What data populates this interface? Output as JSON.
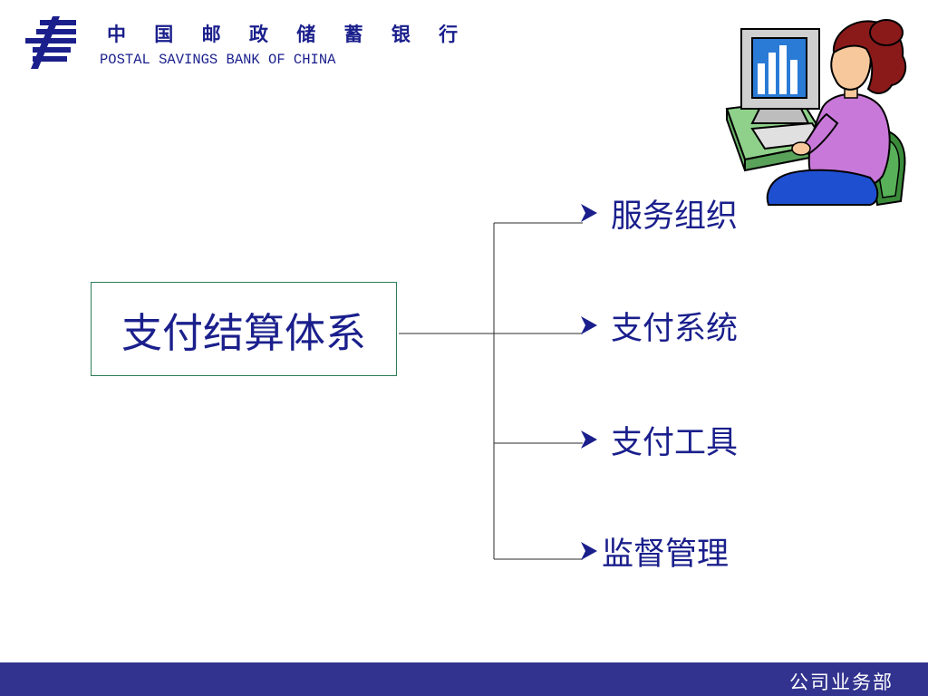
{
  "header": {
    "bank_name_cn": "中 国 邮 政 储 蓄 银 行",
    "bank_name_en": "POSTAL SAVINGS BANK OF CHINA",
    "logo_icon": "postal-savings-logo-icon"
  },
  "illustration": {
    "icon": "woman-at-computer-illustration"
  },
  "diagram": {
    "root": "支付结算体系",
    "branches": [
      {
        "label": "服务组织"
      },
      {
        "label": "支付系统"
      },
      {
        "label": "支付工具"
      },
      {
        "label": "监督管理"
      }
    ]
  },
  "footer": {
    "department": "公司业务部"
  },
  "colors": {
    "text": "#1a1f8c",
    "box_border": "#2e7d56",
    "footer_bar": "#32338f"
  }
}
